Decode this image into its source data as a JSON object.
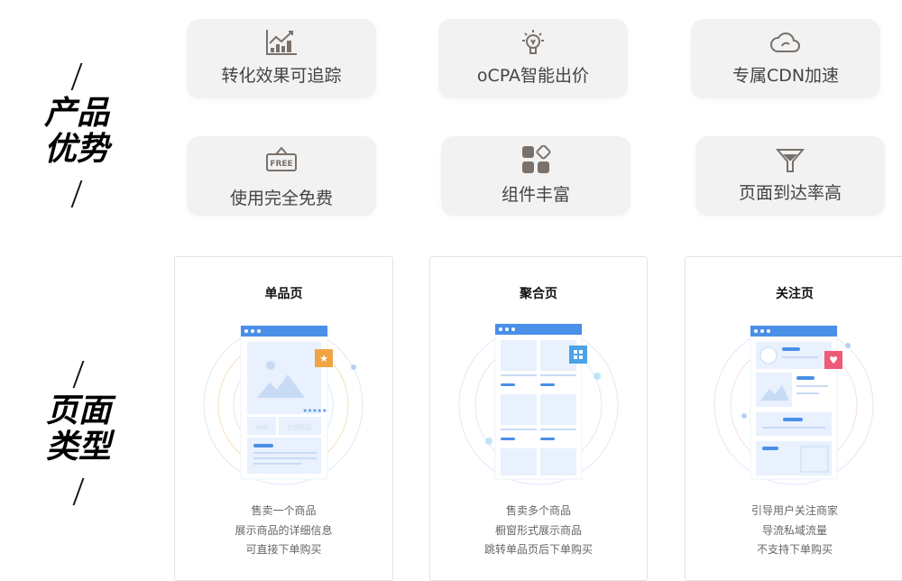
{
  "sections": {
    "advantages": "产品优势",
    "advantages_lines": [
      "产品",
      "优势"
    ],
    "page_types_lines": [
      "页面",
      "类型"
    ]
  },
  "features": [
    {
      "label": "转化效果可追踪",
      "icon": "chart-growth-icon"
    },
    {
      "label": "oCPA智能出价",
      "icon": "lightbulb-icon"
    },
    {
      "label": "专属CDN加速",
      "icon": "cloud-icon"
    },
    {
      "label": "使用完全免费",
      "icon": "free-sign-icon",
      "icon_text": "FREE"
    },
    {
      "label": "组件丰富",
      "icon": "components-icon"
    },
    {
      "label": "页面到达率高",
      "icon": "funnel-icon"
    }
  ],
  "page_types": [
    {
      "title": "单品页",
      "lines": [
        "售卖一个商品",
        "展示商品的详细信息",
        "可直接下单购买"
      ],
      "price": "¥99",
      "buy": "立即购买",
      "badge_color": "#f0a443"
    },
    {
      "title": "聚合页",
      "lines": [
        "售卖多个商品",
        "橱窗形式展示商品",
        "跳转单品页后下单购买"
      ],
      "badge_color": "#4aa3e8"
    },
    {
      "title": "关注页",
      "lines": [
        "引导用户关注商家",
        "导流私域流量",
        "不支持下单购买"
      ],
      "badge_color": "#ee5a78"
    }
  ],
  "colors": {
    "icon": "#7a716a",
    "accent": "#4a8fe8",
    "card_bg": "#f2f2f2"
  }
}
